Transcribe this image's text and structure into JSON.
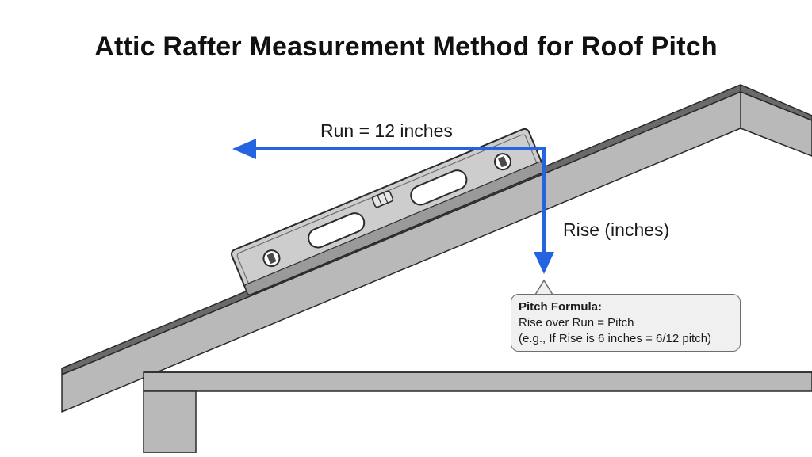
{
  "title": "Attic Rafter Measurement Method for Roof Pitch",
  "labels": {
    "run": "Run = 12 inches",
    "rise": "Rise (inches)"
  },
  "callout": {
    "heading": "Pitch Formula:",
    "line1": "Rise over Run = Pitch",
    "line2": "(e.g., If Rise is 6 inches = 6/12 pitch)"
  },
  "colors": {
    "arrow": "#2563e0",
    "rafter_face": "#b9b9b9",
    "rafter_top": "#6a6a6a",
    "outline": "#2b2b2b",
    "level_body": "#cdcdcd",
    "callout_bg": "#f0f0f0"
  },
  "icons": {
    "level_tool": "spirit-level-icon",
    "run_arrow": "arrow-left-icon",
    "rise_arrow": "arrow-down-icon"
  }
}
